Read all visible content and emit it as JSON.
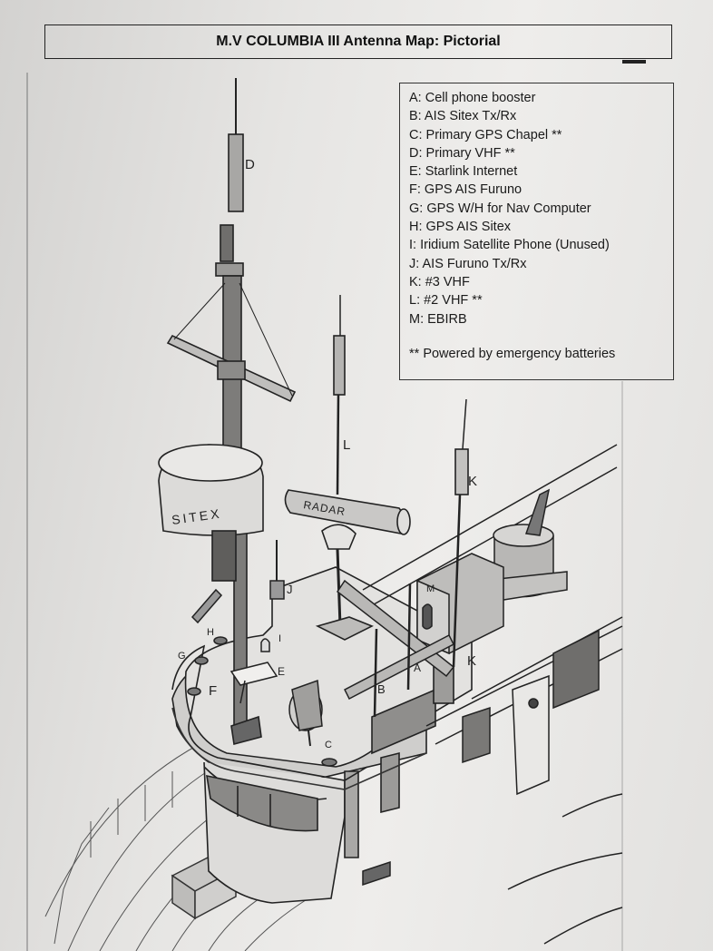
{
  "title": "M.V COLUMBIA III Antenna Map:  Pictorial",
  "legend": [
    {
      "text": "A: Cell phone booster"
    },
    {
      "text": "B: AIS Sitex Tx/Rx"
    },
    {
      "text": "C: Primary GPS  Chapel **"
    },
    {
      "text": "D: Primary VHF **"
    },
    {
      "text": "E: Starlink Internet"
    },
    {
      "text": "F: GPS AIS Furuno"
    },
    {
      "text": "G: GPS W/H for Nav Computer"
    },
    {
      "text": "H: GPS AIS Sitex"
    },
    {
      "text": " I: Iridium Satellite Phone (Unused)"
    },
    {
      "text": "J: AIS Furuno Tx/Rx"
    },
    {
      "text": "K: #3 VHF"
    },
    {
      "text": "L: #2 VHF **"
    },
    {
      "text": "M: EBIRB"
    }
  ],
  "legend_note": "** Powered by emergency batteries",
  "drawing_labels": {
    "sitex": "SITEX",
    "radar": "RADAR",
    "a": "A",
    "b": "B",
    "c": "C",
    "d": "D",
    "e": "E",
    "f": "F",
    "g": "G",
    "h": "H",
    "i": "I",
    "j": "J",
    "k_top": "K",
    "k_low": "K",
    "l": "L",
    "m": "M"
  }
}
